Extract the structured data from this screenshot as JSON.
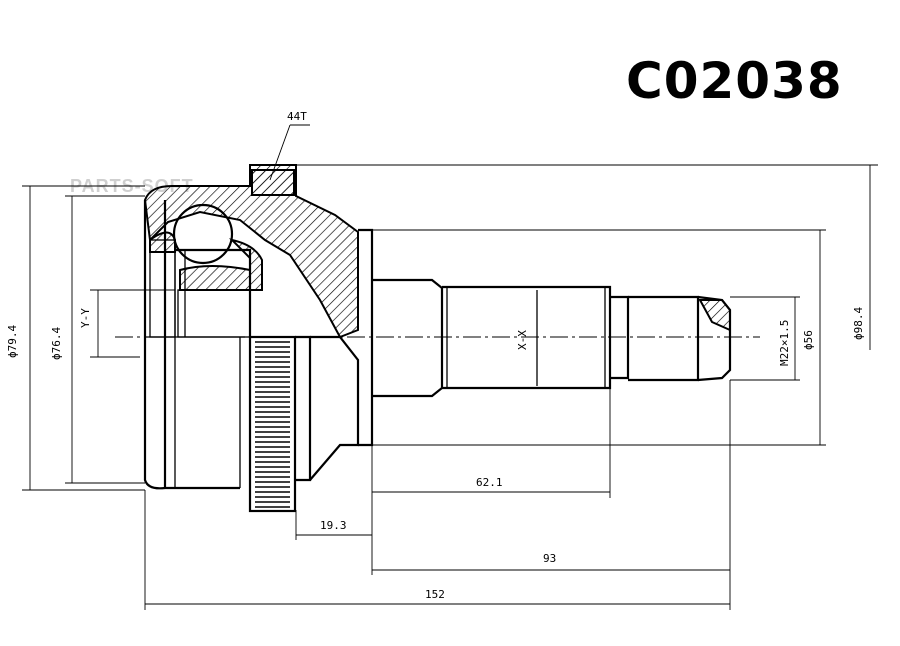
{
  "part_number": "C02038",
  "watermark": "PARTS-SOFT",
  "dimensions": {
    "teeth": "44T",
    "outer_dia": "ϕ79.4",
    "seat_dia": "ϕ76.4",
    "section_y": "Y-Y",
    "section_x": "X-X",
    "thread": "M22×1.5",
    "shaft_dia": "ϕ56",
    "flange_dia": "ϕ98.4",
    "spline_len": "62.1",
    "ring_offset": "19.3",
    "shaft_len": "93",
    "total_len": "152"
  }
}
